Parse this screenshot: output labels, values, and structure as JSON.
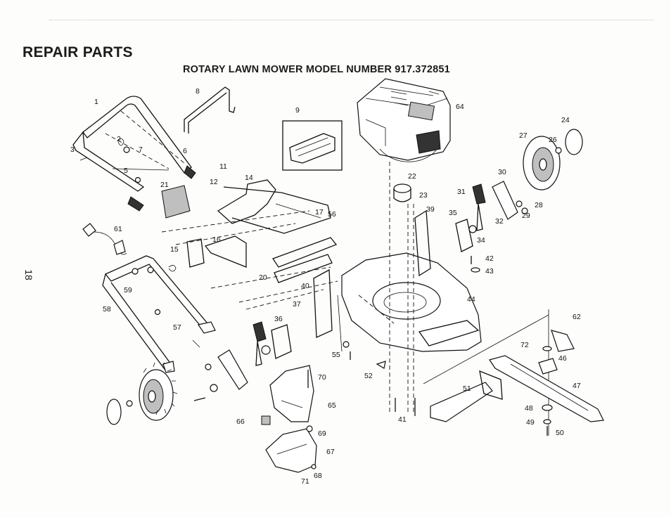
{
  "header": {
    "section_title": "REPAIR PARTS",
    "diagram_title": "ROTARY LAWN MOWER MODEL NUMBER 917.372851",
    "page_number": "18"
  },
  "callouts": [
    "1",
    "2",
    "3",
    "5",
    "6",
    "7",
    "8",
    "9",
    "11",
    "12",
    "14",
    "15",
    "16",
    "17",
    "20",
    "21",
    "22",
    "23",
    "24",
    "26",
    "27",
    "28",
    "29",
    "30",
    "31",
    "32",
    "34",
    "35",
    "36",
    "37",
    "39",
    "40",
    "41",
    "42",
    "43",
    "44",
    "46",
    "47",
    "48",
    "49",
    "50",
    "51",
    "52",
    "55",
    "56",
    "57",
    "58",
    "59",
    "61",
    "62",
    "64",
    "65",
    "66",
    "67",
    "68",
    "69",
    "70",
    "71",
    "72"
  ]
}
